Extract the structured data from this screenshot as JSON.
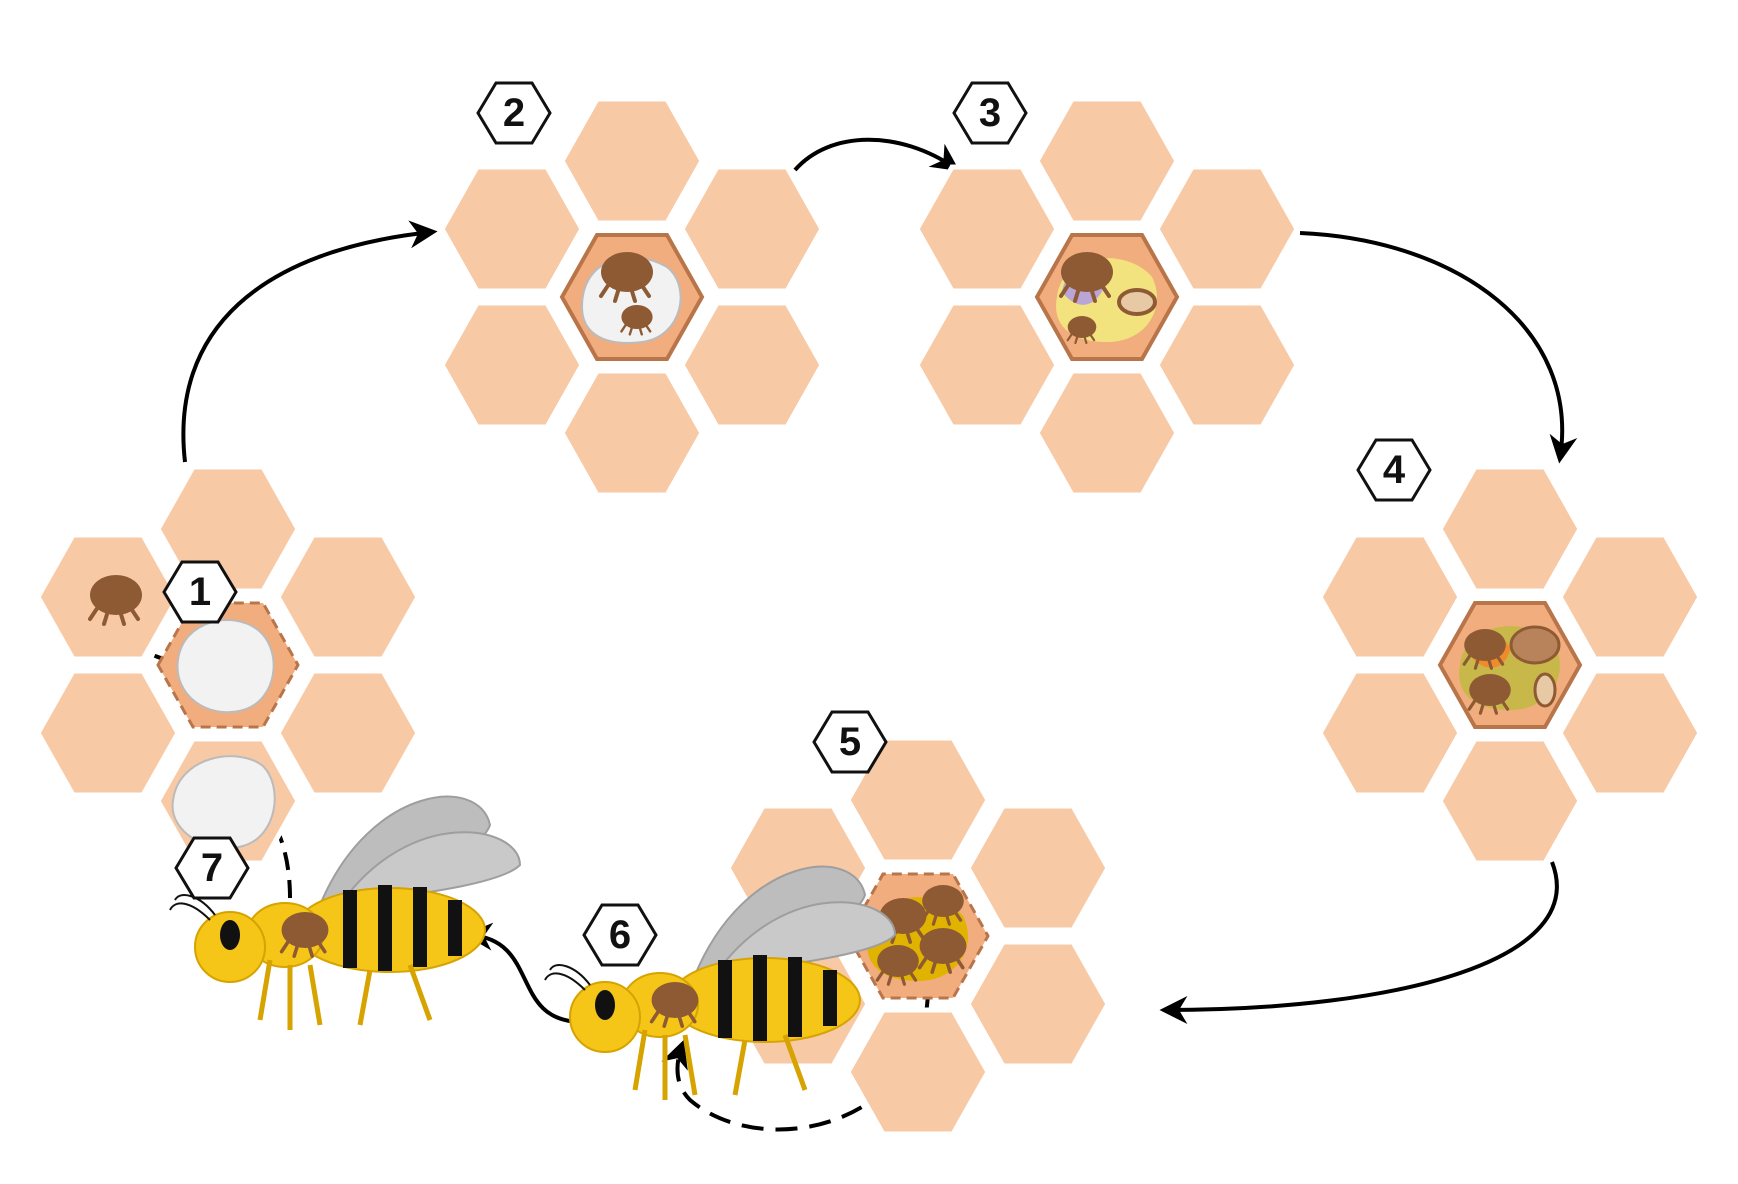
{
  "steps": [
    {
      "label": "1"
    },
    {
      "label": "2"
    },
    {
      "label": "3"
    },
    {
      "label": "4"
    },
    {
      "label": "5"
    },
    {
      "label": "6"
    },
    {
      "label": "7"
    }
  ],
  "colors": {
    "comb": "#F8C9A5",
    "comb_stroke": "#FFFFFF",
    "capped_cell": "#F2AD7F",
    "cell_edge": "#B9754A",
    "mite": "#8E5A33",
    "bee_yellow": "#F5C518",
    "bee_black": "#111111",
    "wing": "#BDBDBD",
    "larva": "#F2F2F2",
    "arrow": "#000000"
  }
}
